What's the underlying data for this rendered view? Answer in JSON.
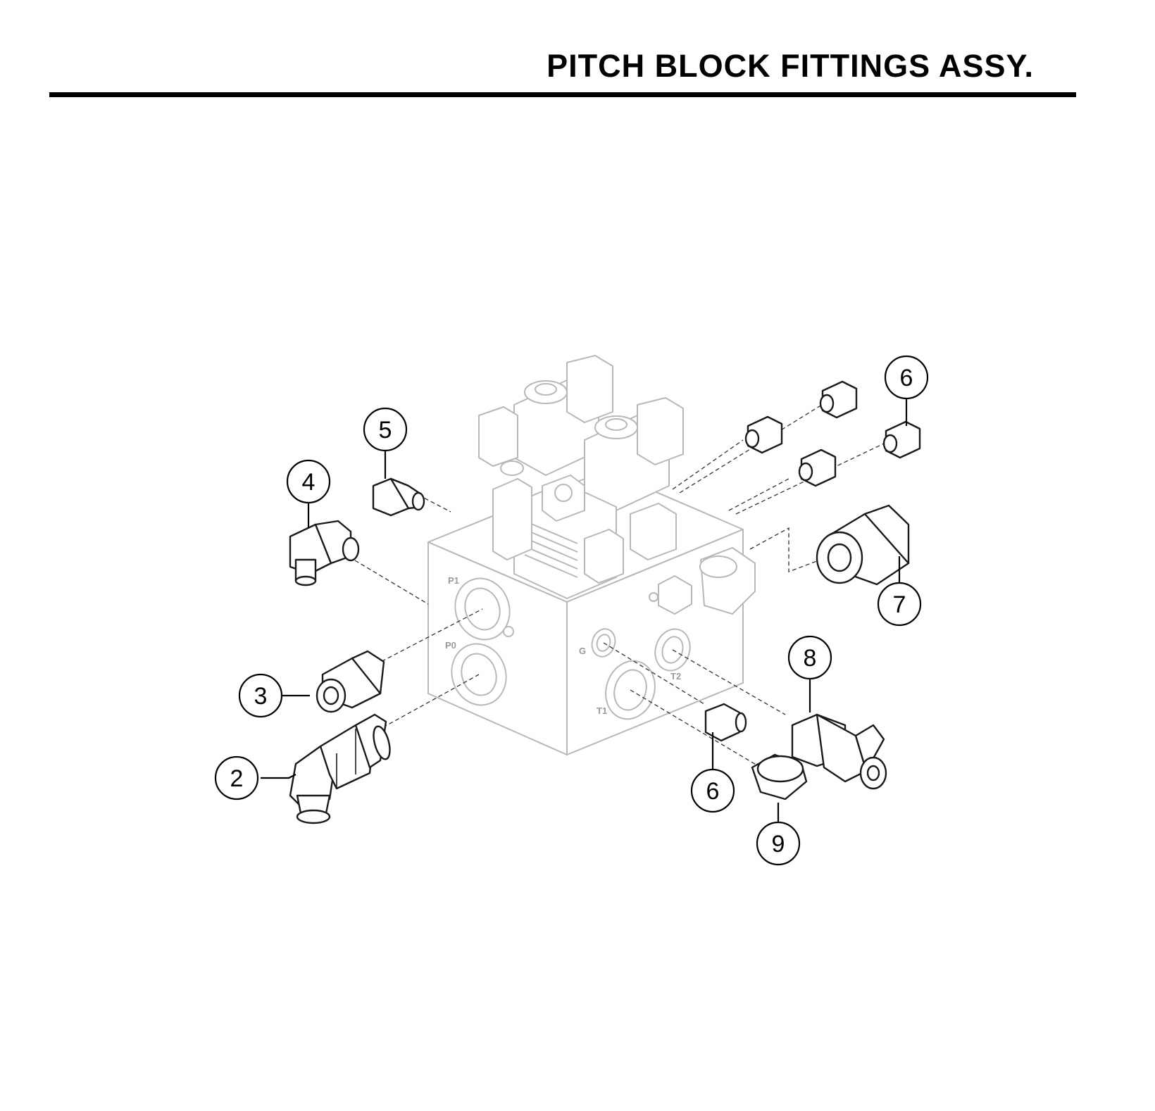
{
  "title": "PITCH BLOCK FITTINGS ASSY.",
  "port_labels": [
    "P1",
    "P0",
    "G",
    "T2",
    "T1"
  ],
  "callouts": [
    "2",
    "3",
    "4",
    "5",
    "6",
    "6",
    "7",
    "8",
    "9"
  ]
}
